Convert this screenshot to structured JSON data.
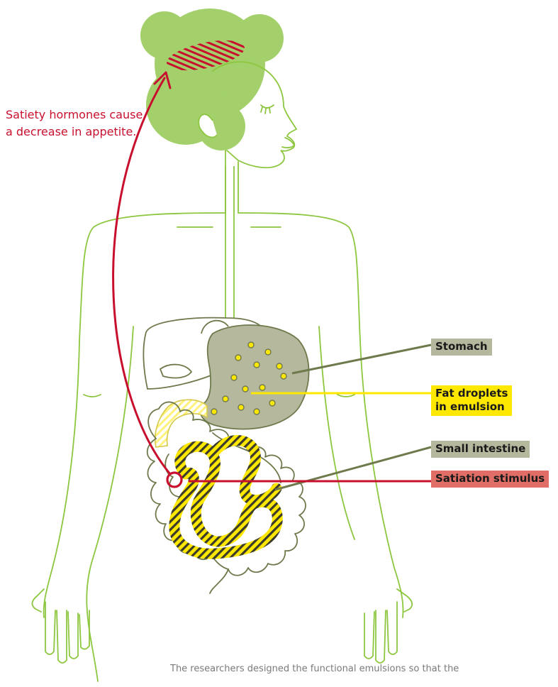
{
  "annotation": {
    "satiety_text": "Satiety hormones cause a decrease in appetite."
  },
  "labels": {
    "stomach": "Stomach",
    "fat_droplets": "Fat droplets\nin emulsion",
    "small_intestine": "Small intestine",
    "satiation_stimulus": "Satiation stimulus"
  },
  "caption": {
    "text": "The researchers designed the functional emulsions so that the"
  },
  "colors": {
    "body_outline": "#8dc63f",
    "hair": "#a3d06a",
    "organ_outline": "#6e7a4c",
    "stomach_fill": "#b6b89e",
    "fat_droplet": "#ffe800",
    "stimulus_red": "#c8102e",
    "satiation_label": "#e06e66"
  }
}
